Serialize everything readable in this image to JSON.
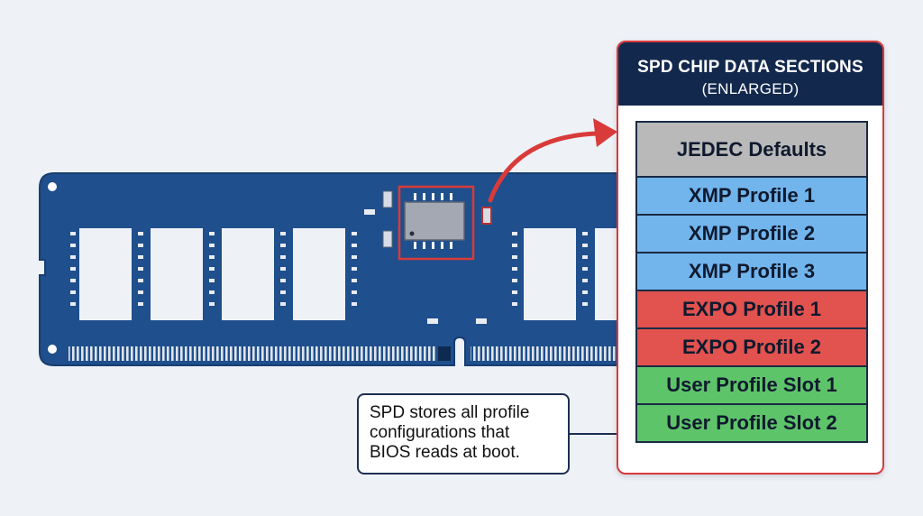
{
  "panel": {
    "title": "SPD CHIP DATA SECTIONS",
    "subtitle": "(ENLARGED)",
    "sections": [
      {
        "label": "JEDEC Defaults",
        "color": "#b9b9b9"
      },
      {
        "label": "XMP Profile 1",
        "color": "#72b4ec"
      },
      {
        "label": "XMP Profile 2",
        "color": "#72b4ec"
      },
      {
        "label": "XMP Profile 3",
        "color": "#72b4ec"
      },
      {
        "label": "EXPO Profile 1",
        "color": "#e2524e"
      },
      {
        "label": "EXPO Profile 2",
        "color": "#e2524e"
      },
      {
        "label": "User Profile Slot 1",
        "color": "#5ec46a"
      },
      {
        "label": "User Profile Slot 2",
        "color": "#5ec46a"
      }
    ]
  },
  "callout": {
    "lines": [
      "SPD stores all profile",
      "configurations that",
      "BIOS reads at boot."
    ]
  },
  "colors": {
    "pcb": "#1f4f8c",
    "pcb_outline": "#173e72",
    "header": "#13284d",
    "highlight": "#d93a3a",
    "memory_chip": "#eef1f6",
    "background": "#eef1f6"
  }
}
